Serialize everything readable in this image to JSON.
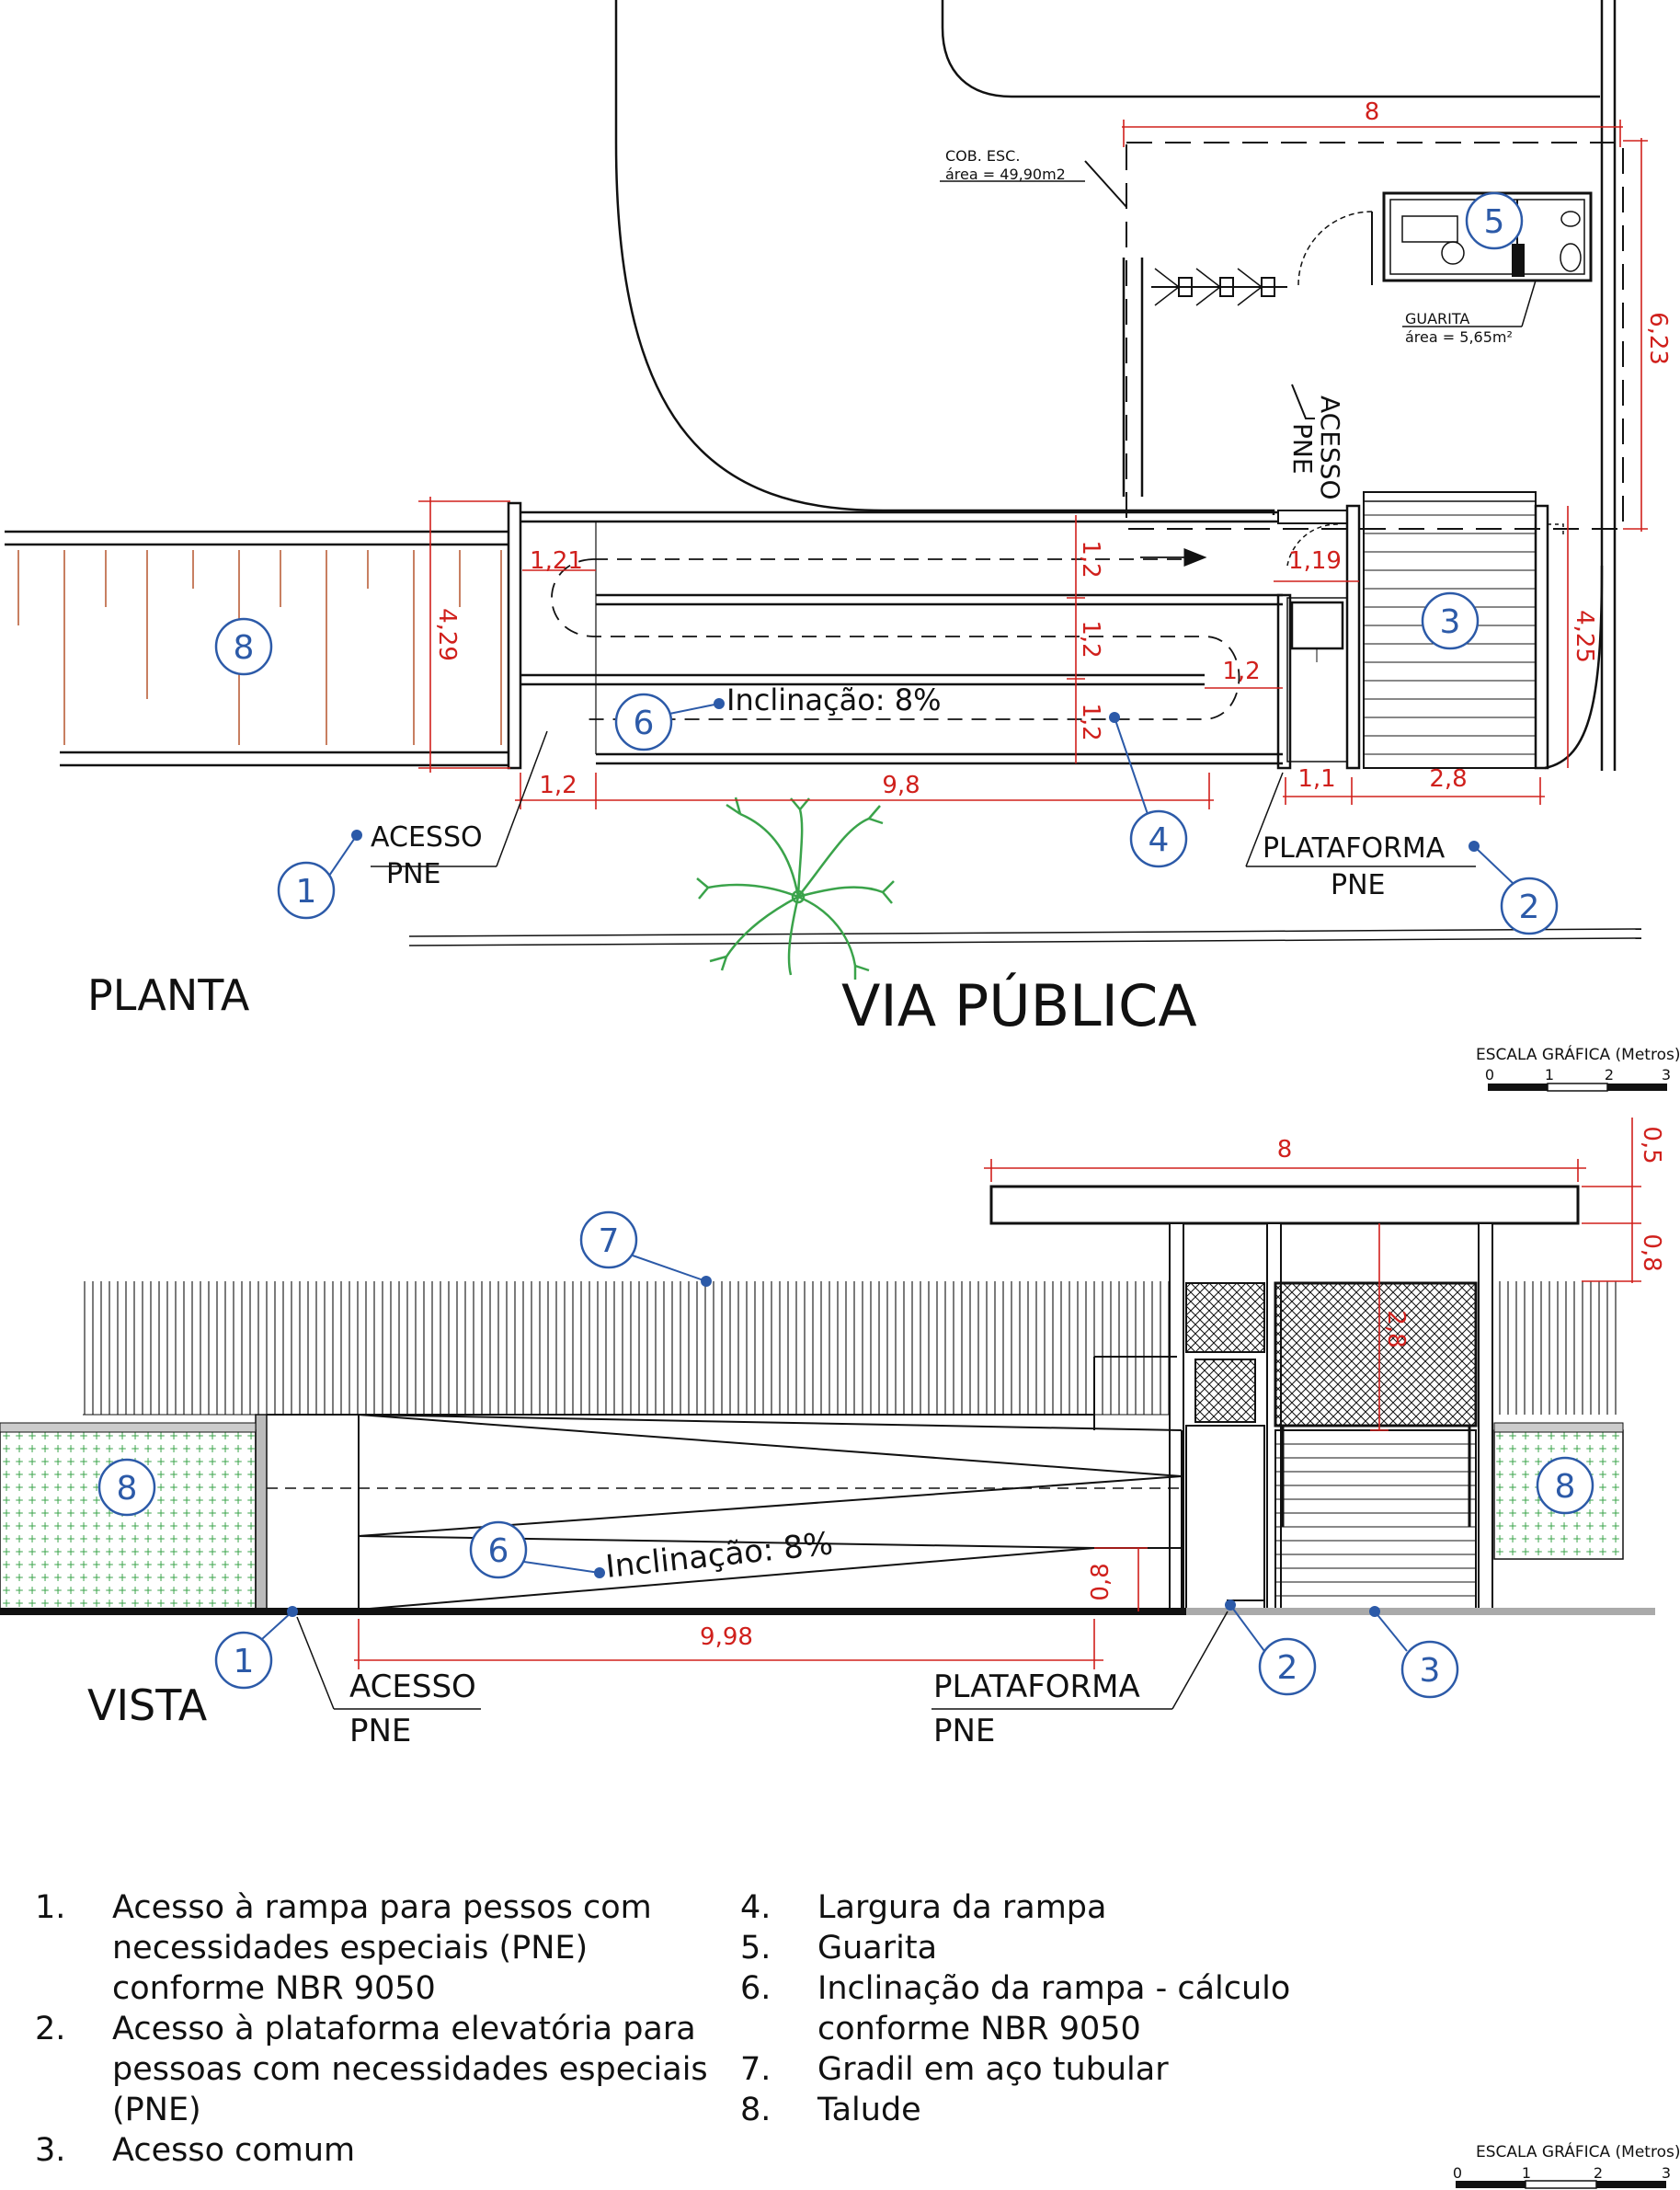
{
  "plan": {
    "title": "PLANTA",
    "street": "VIA PÚBLICA",
    "cover_note": {
      "line1": "COB. ESC.",
      "line2": "área = 49,90m2"
    },
    "booth_note": {
      "line1": "GUARITA",
      "line2": "área = 5,65m²"
    },
    "access_vertical": {
      "line1": "ACESSO",
      "line2": "PNE"
    },
    "access_label": {
      "line1": "ACESSO",
      "line2": "PNE"
    },
    "platform_label": {
      "line1": "PLATAFORMA",
      "line2": "PNE"
    },
    "slope": "Inclinação: 8%",
    "dims": {
      "cover_width": "8",
      "cover_depth": "6,23",
      "ramp_depth": "4,29",
      "landing_width": "1,21",
      "ramp_w1": "1,2",
      "ramp_w2": "1,2",
      "ramp_w3": "1,2",
      "turn": "1,2",
      "platform": "1,19",
      "stair_depth": "4,25",
      "entry": "1,2",
      "ramp_length": "9,8",
      "plat_w": "1,1",
      "stair_w": "2,8"
    },
    "callouts": [
      "1",
      "2",
      "3",
      "4",
      "5",
      "6",
      "8"
    ]
  },
  "elevation": {
    "title": "VISTA",
    "access_label": {
      "line1": "ACESSO",
      "line2": "PNE"
    },
    "platform_label": {
      "line1": "PLATAFORMA",
      "line2": "PNE"
    },
    "slope": "Inclinação: 8%",
    "dims": {
      "roof_width": "8",
      "roof_thick": "0,5",
      "beam": "0,8",
      "height": "2,8",
      "ramp_rise": "0,8",
      "ramp_length": "9,98"
    },
    "callouts": [
      "1",
      "2",
      "3",
      "6",
      "7",
      "8",
      "8"
    ]
  },
  "scale_bar": {
    "title": "ESCALA GRÁFICA (Metros)",
    "ticks": [
      "0",
      "1",
      "2",
      "3"
    ]
  },
  "legend": {
    "left": [
      {
        "num": "1.",
        "text": "Acesso à rampa para pessos com necessidades especiais (PNE) conforme NBR 9050"
      },
      {
        "num": "2.",
        "text": "Acesso à plataforma elevatória para pessoas com necessidades especiais (PNE)"
      },
      {
        "num": "3.",
        "text": "Acesso comum"
      }
    ],
    "right": [
      {
        "num": "4.",
        "text": "Largura da rampa"
      },
      {
        "num": "5.",
        "text": "Guarita"
      },
      {
        "num": "6.",
        "text": "Inclinação da rampa - cálculo conforme NBR 9050"
      },
      {
        "num": "7.",
        "text": "Gradil em aço tubular"
      },
      {
        "num": "8.",
        "text": "Talude"
      }
    ]
  },
  "colors": {
    "dimension": "#d0201c",
    "callout": "#2c5aa8",
    "ink": "#111111",
    "vegetation": "#3aa34a"
  }
}
